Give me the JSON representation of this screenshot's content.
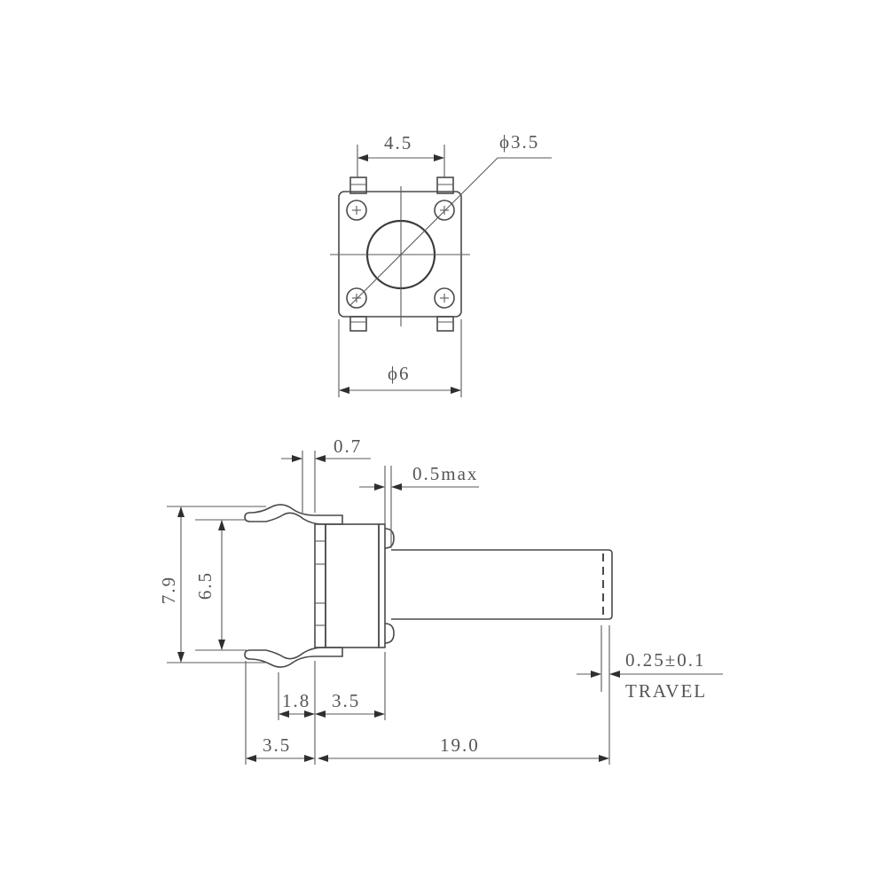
{
  "drawing": {
    "subject": "Tactile switch dimensional drawing",
    "top_view": {
      "pin_pitch": "4.5",
      "button_diameter": "ϕ3.5",
      "body_width": "ϕ6"
    },
    "side_view": {
      "flange_thickness": "0.7",
      "cap_gap": "0.5max",
      "overall_height": "7.9",
      "pin_span": "6.5",
      "lead_offset": "1.8",
      "body_depth": "3.5",
      "lead_length": "3.5",
      "actuator_length": "19.0",
      "travel_value": "0.25±0.1",
      "travel_label": "TRAVEL"
    },
    "colors": {
      "line": "#4a4a4a",
      "text": "#555555",
      "background": "#ffffff"
    }
  }
}
